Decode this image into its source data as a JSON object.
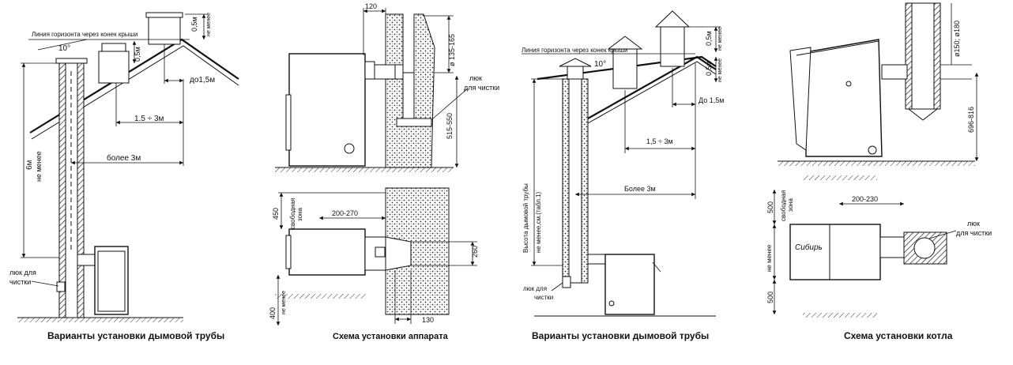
{
  "panel1": {
    "horizon_label": "Линия горизонта через конек крыши",
    "angle": "10°",
    "dim_05_top": "0,5м",
    "not_less_top": "не менее",
    "dim_05_mid": "0,5м",
    "dim_15m": "до1,5м",
    "dim_range": "1.5 ÷ 3м",
    "dim_more3": "более 3м",
    "dim_6m": "6м",
    "not_less_side": "не менее",
    "hatch_label_1": "люк для",
    "hatch_label_2": "чистки",
    "caption": "Варианты установки дымовой трубы"
  },
  "panel2": {
    "dim_120": "120",
    "dim_dia": "ø 135-165",
    "hatch_label_1": "люк",
    "hatch_label_2": "для чистки",
    "dim_height": "515-550",
    "dim_450": "450",
    "free_zone_1": "свободная",
    "free_zone_2": "зона",
    "dim_200_270": "200-270",
    "dim_260": "260",
    "dim_400": "400",
    "not_less": "не менее",
    "dim_130": "130",
    "caption": "Схема установки аппарата"
  },
  "panel3": {
    "horizon_label": "Линия горизонта через конек крыши",
    "angle": "10°",
    "dim_05_top": "0,5м",
    "not_less_top": "не менее",
    "dim_05_mid": "0,5м",
    "not_less_mid": "не менее",
    "dim_15m": "До 1,5м",
    "dim_range": "1,5 ÷ 3м",
    "dim_more3": "Более 3м",
    "height_label_1": "Высота дымовой трубы",
    "height_label_2": "не менее,см.(табл.1)",
    "hatch_label_1": "люк для",
    "hatch_label_2": "чистки",
    "caption": "Варианты установки дымовой трубы"
  },
  "panel4": {
    "dim_dia": "ø150; ø180",
    "dim_height": "696-816",
    "dim_500_top": "500",
    "free_zone_1": "свободная",
    "free_zone_2": "зона",
    "dim_200_230": "200-230",
    "hatch_label_1": "люк",
    "hatch_label_2": "для чистки",
    "not_less": "не менее",
    "dim_500_bottom": "500",
    "brand": "Сибирь",
    "caption": "Схема установки котла"
  }
}
